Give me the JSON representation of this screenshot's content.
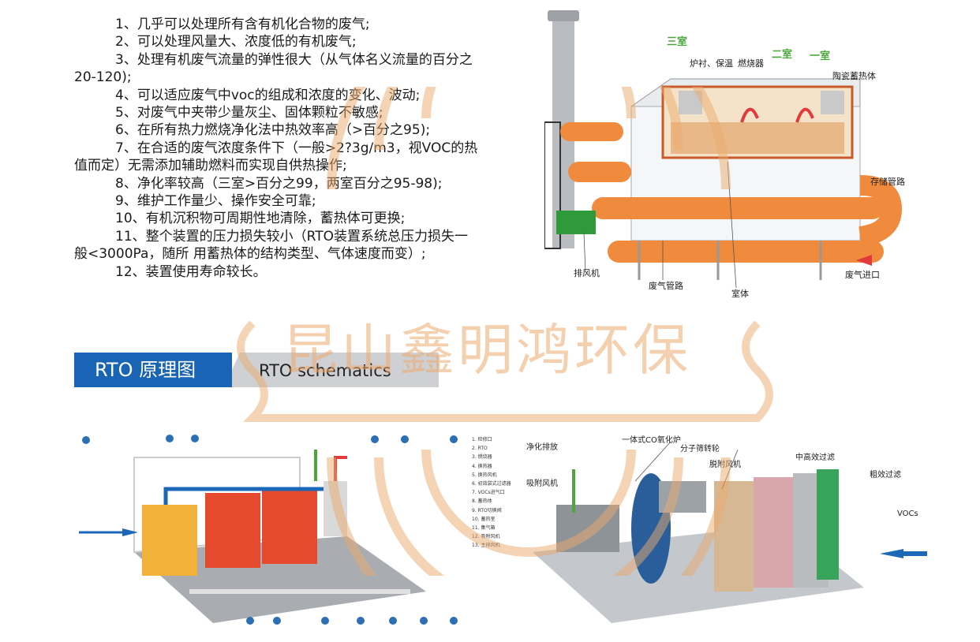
{
  "features": [
    {
      "indent": true,
      "text": "1、几乎可以处理所有含有机化合物的废气;"
    },
    {
      "indent": true,
      "text": "2、可以处理风量大、浓度低的有机废气;"
    },
    {
      "indent": true,
      "text": "3、处理有机废气流量的弹性很大（从气体名义流量的百分之"
    },
    {
      "indent": false,
      "text": "20-120);"
    },
    {
      "indent": true,
      "text": "4、可以适应废气中voc的组成和浓度的变化、波动;"
    },
    {
      "indent": true,
      "text": "5、对废气中夹带少量灰尘、固体颗粒不敏感;"
    },
    {
      "indent": true,
      "text": "6、在所有热力燃烧净化法中热效率高（>百分之95);"
    },
    {
      "indent": true,
      "text": "7、在合适的废气浓度条件下（一般>2?3g/m3，视VOC的热"
    },
    {
      "indent": false,
      "text": "值而定）无需添加辅助燃料而实现自供热操作;"
    },
    {
      "indent": true,
      "text": "8、净化率较高（三室>百分之99，两室百分之95-98);"
    },
    {
      "indent": true,
      "text": "9、维护工作量少、操作安全可靠;"
    },
    {
      "indent": true,
      "text": "10、有机沉积物可周期性地清除，蓄热体可更换;"
    },
    {
      "indent": true,
      "text": "11、整个装置的压力损失较小（RTO装置系统总压力损失一"
    },
    {
      "indent": false,
      "text": "般<3000Pa，随所 用蓄热体的结构类型、气体速度而变）;"
    },
    {
      "indent": true,
      "text": "12、装置使用寿命较长。"
    }
  ],
  "banner": {
    "cn": "RTO 原理图",
    "en": "RTO schematics"
  },
  "watermark": "昆山鑫明鸿环保",
  "diagram_top": {
    "room3": "三室",
    "room2": "二室",
    "room1": "一室",
    "furnace": "炉衬、保温",
    "burner": "燃烧器",
    "ceramic": "陶瓷蓄热体",
    "storage_pipe": "存储管路",
    "fan": "排风机",
    "waste_pipe": "废气管路",
    "chamber": "室体",
    "inlet": "废气进口"
  },
  "diagram_right": {
    "co_furnace": "一体式CO氧化炉",
    "clean_exhaust": "净化排放",
    "zeolite": "分子筛转轮",
    "desorb_fan": "脱附风机",
    "adsorb_fan": "吸附风机",
    "mid_filter": "中高效过滤",
    "coarse_filter": "粗效过滤",
    "vocs": "VOCs"
  },
  "legend_items": [
    "1. 检修口",
    "2. RTO",
    "3. 燃烧器",
    "4. 换热器",
    "5. 换热风机",
    "6. 初效袋式过滤器",
    "7. VOCs进气口",
    "8. 蓄热体",
    "9. RTO切换阀",
    "10. 蓄热室",
    "11. 集气箱",
    "12. 吸附风机",
    "13. 主排风机"
  ],
  "colors": {
    "banner_blue": "#1a64b5",
    "pipe_orange": "#f08a3c",
    "green": "#4ea63e",
    "watermark": "#eeb07a"
  }
}
